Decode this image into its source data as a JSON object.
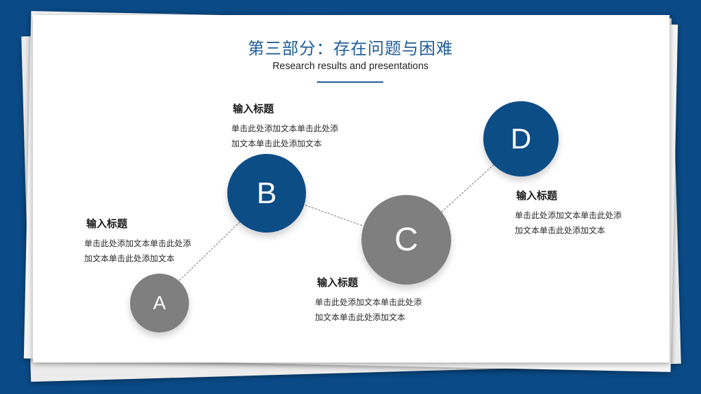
{
  "header": {
    "title": "第三部分：存在问题与困难",
    "subtitle": "Research results and presentations"
  },
  "nodes": [
    {
      "letter": "A",
      "heading": "输入标题",
      "text": "单击此处添加文本单击此处添加文本单击此处添加文本"
    },
    {
      "letter": "B",
      "heading": "输入标题",
      "text": "单击此处添加文本单击此处添加文本单击此处添加文本"
    },
    {
      "letter": "C",
      "heading": "输入标题",
      "text": "单击此处添加文本单击此处添加文本单击此处添加文本"
    },
    {
      "letter": "D",
      "heading": "输入标题",
      "text": "单击此处添加文本单击此处添加文本单击此处添加文本"
    }
  ],
  "colors": {
    "background": "#0a4a86",
    "accent_blue": "#0d4d86",
    "accent_gray": "#7f7f7f",
    "title": "#1e5d97"
  }
}
